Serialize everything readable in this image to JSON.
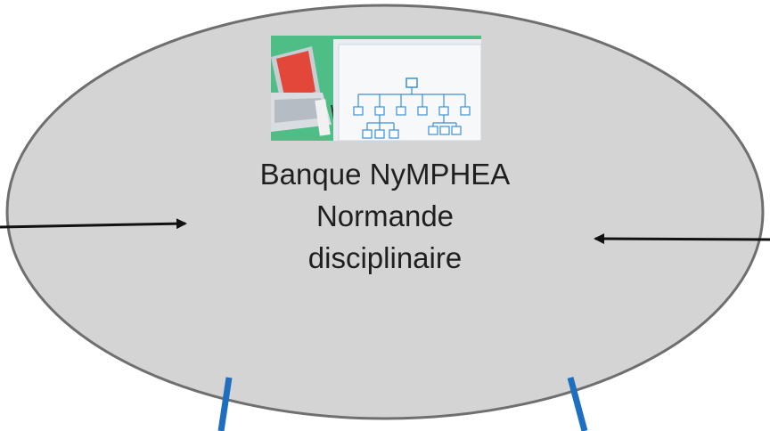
{
  "node": {
    "lines": [
      "Banque NyMPHEA",
      "Normande",
      "disciplinaire"
    ],
    "thumbnail": "org-chart-laptop-illustration"
  },
  "connectors": {
    "left_arrow": "arrow-right-icon",
    "right_arrow": "arrow-left-icon",
    "bottom_lines_color": "#1f6fc0"
  },
  "colors": {
    "ellipse_fill": "#d4d4d4",
    "ellipse_stroke": "#6f6f6f",
    "arrow": "#111111",
    "thumb_bg": "#4fbd86"
  }
}
